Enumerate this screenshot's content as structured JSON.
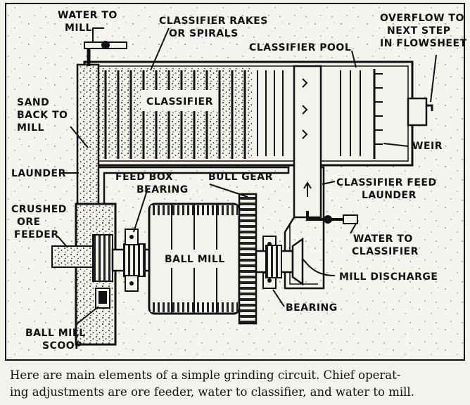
{
  "labels": {
    "water_to_mill_1": "WATER TO",
    "water_to_mill_2": "MILL",
    "rakes_1": "CLASSIFIER RAKES",
    "rakes_2": "OR SPIRALS",
    "classifier": "CLASSIFIER",
    "pool": "CLASSIFIER POOL",
    "overflow_1": "OVERFLOW TO",
    "overflow_2": "NEXT STEP",
    "overflow_3": "IN FLOWSHEET",
    "sand_1": "SAND",
    "sand_2": "BACK TO",
    "sand_3": "MILL",
    "weir": "WEIR",
    "launder": "LAUNDER",
    "feed_box": "FEED BOX",
    "bearing_top": "BEARING",
    "bull_gear": "BULL GEAR",
    "feed_launder_1": "CLASSIFIER FEED",
    "feed_launder_2": "LAUNDER",
    "crushed_1": "CRUSHED",
    "crushed_2": "ORE",
    "crushed_3": "FEEDER",
    "ball_mill": "BALL MILL",
    "water_classifier_1": "WATER TO",
    "water_classifier_2": "CLASSIFIER",
    "mill_discharge": "MILL DISCHARGE",
    "bearing_bottom": "BEARING",
    "scoop_1": "BALL MILL",
    "scoop_2": "SCOOP"
  },
  "caption": {
    "line1": "Here are main elements of a simple grinding circuit.  Chief operat-",
    "line2": "ing adjustments are ore feeder, water to classifier, and water to mill."
  }
}
